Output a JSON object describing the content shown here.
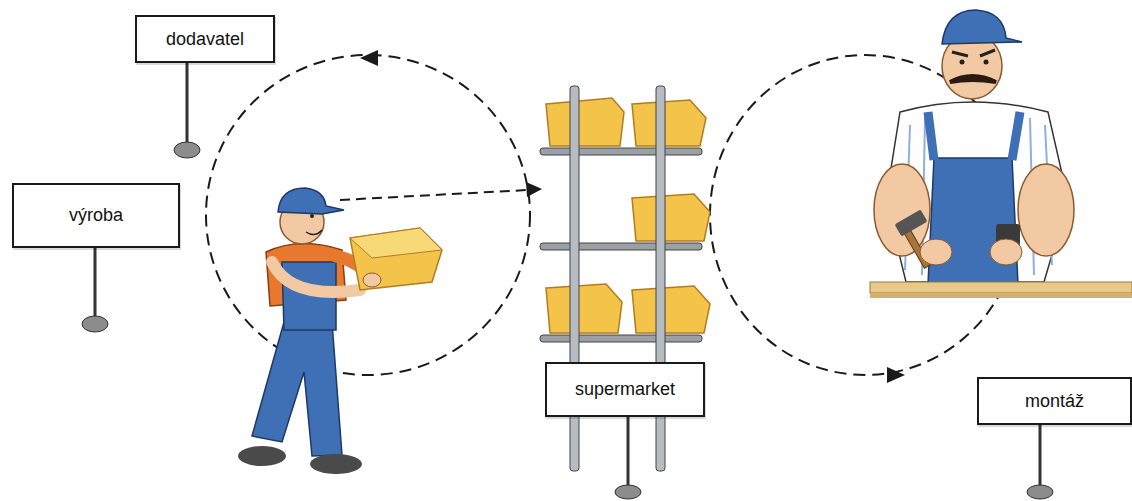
{
  "diagram": {
    "nodes": [
      {
        "text": [
          "dodavatel"
        ]
      },
      {
        "text": [
          "výroba"
        ]
      },
      {
        "text": [
          "supermarket"
        ]
      },
      {
        "text": [
          "montáž"
        ]
      }
    ]
  }
}
